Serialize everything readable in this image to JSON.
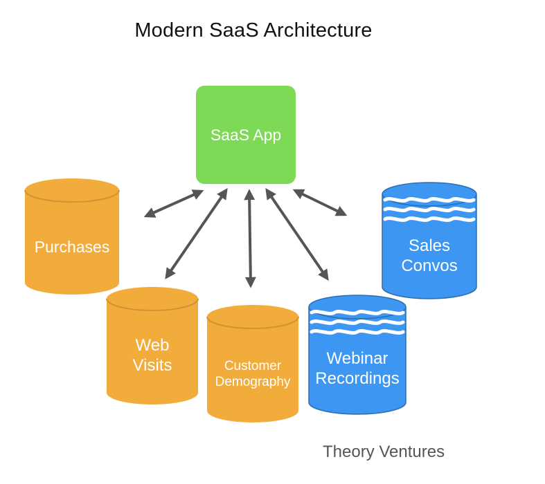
{
  "diagram": {
    "title": "Modern SaaS Architecture",
    "footer": "Theory Ventures",
    "app": {
      "label": "SaaS App",
      "color": "#7ed957"
    },
    "sources": [
      {
        "id": "purchases",
        "label": "Purchases",
        "type": "structured",
        "color": "#f2ac3b"
      },
      {
        "id": "web-visits",
        "label": "Web\nVisits",
        "type": "structured",
        "color": "#f2ac3b"
      },
      {
        "id": "customer-demography",
        "label": "Customer\nDemography",
        "type": "structured",
        "color": "#f2ac3b"
      },
      {
        "id": "webinar-recordings",
        "label": "Webinar\nRecordings",
        "type": "unstructured",
        "color": "#3d97f2"
      },
      {
        "id": "sales-convos",
        "label": "Sales\nConvos",
        "type": "unstructured",
        "color": "#3d97f2"
      }
    ],
    "connections": [
      "purchases",
      "web-visits",
      "customer-demography",
      "webinar-recordings",
      "sales-convos"
    ]
  }
}
